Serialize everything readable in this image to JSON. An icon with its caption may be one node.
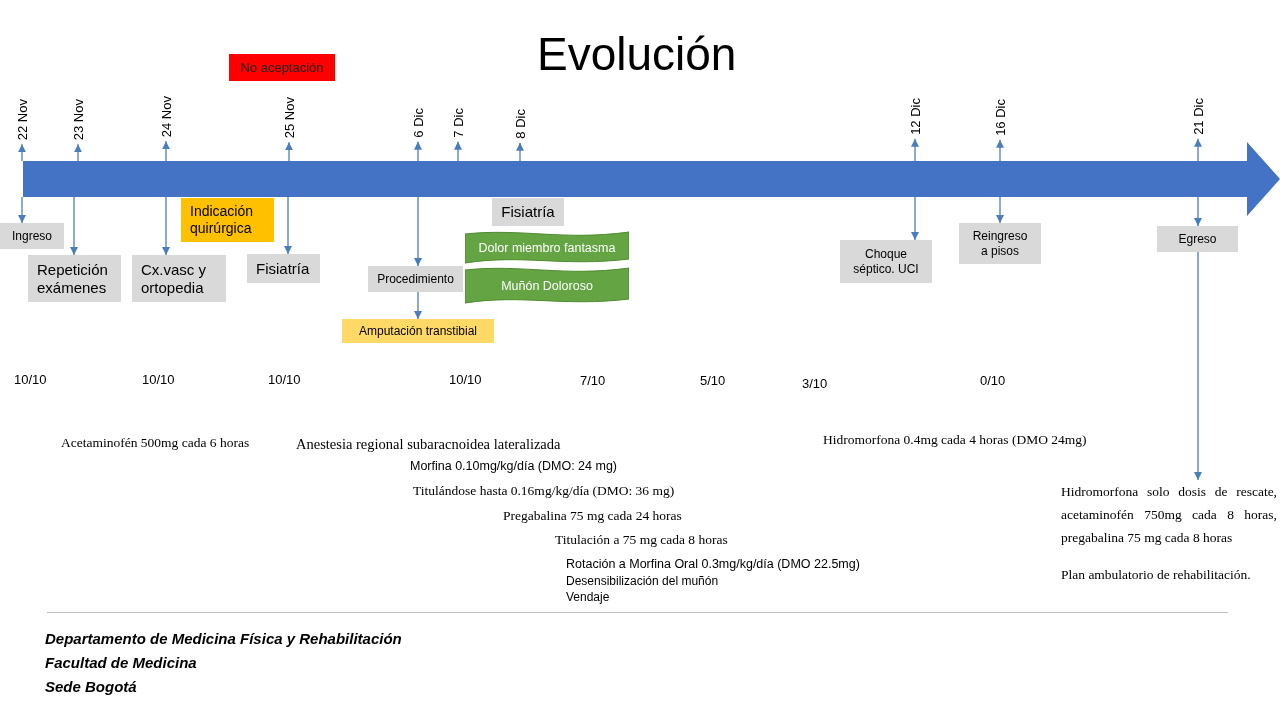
{
  "diagram": {
    "title": "Evolución",
    "nodes": [
      {
        "text": [],
        "shape": "arrow"
      },
      {
        "text": [
          "No aceptación"
        ]
      },
      {
        "text": [
          "22 Nov"
        ]
      },
      {
        "text": [
          "23 Nov"
        ]
      },
      {
        "text": [
          "24 Nov"
        ]
      },
      {
        "text": [
          "25 Nov"
        ]
      },
      {
        "text": [
          "6 Dic"
        ]
      },
      {
        "text": [
          "7 Dic"
        ]
      },
      {
        "text": [
          "8 Dic"
        ]
      },
      {
        "text": [
          "12 Dic"
        ]
      },
      {
        "text": [
          "16 Dic"
        ]
      },
      {
        "text": [
          "21 Dic"
        ]
      },
      {
        "text": [
          "Ingreso"
        ]
      },
      {
        "text": [
          "Repetición exámenes"
        ]
      },
      {
        "text": [
          "Cx.vasc y ortopedia"
        ]
      },
      {
        "text": [
          "Indicación quirúrgica"
        ]
      },
      {
        "text": [
          "Fisiatría"
        ]
      },
      {
        "text": [
          "Procedimiento"
        ]
      },
      {
        "text": [
          "Amputación transtibial"
        ]
      },
      {
        "text": [
          "Fisiatría"
        ]
      },
      {
        "text": [
          "Dolor miembro fantasma"
        ]
      },
      {
        "text": [
          "Muñón Doloroso"
        ]
      },
      {
        "text": [
          "Choque séptico. UCI"
        ]
      },
      {
        "text": [
          "Reingreso a pisos"
        ]
      },
      {
        "text": [
          "Egreso"
        ]
      },
      {
        "text": [
          "Hidromorfona solo dosis de rescate, acetaminofén 750mg cada 8 horas, pregabalina 75 mg cada 8 horas",
          "Plan ambulatorio de rehabilitación."
        ]
      }
    ],
    "edges": [
      {
        "from": 0,
        "to": 2,
        "arrow": "to"
      },
      {
        "from": 0,
        "to": 12,
        "arrow": "to"
      },
      {
        "from": 0,
        "to": 3,
        "arrow": "to"
      },
      {
        "from": 0,
        "to": 13,
        "arrow": "to"
      },
      {
        "from": 0,
        "to": 4,
        "arrow": "to"
      },
      {
        "from": 0,
        "to": 14,
        "arrow": "to"
      },
      {
        "from": 0,
        "to": 5,
        "arrow": "to"
      },
      {
        "from": 0,
        "to": 16,
        "arrow": "to"
      },
      {
        "from": 0,
        "to": 6,
        "arrow": "to"
      },
      {
        "from": 0,
        "to": 17,
        "arrow": "to"
      },
      {
        "from": 17,
        "to": 18,
        "arrow": "to"
      },
      {
        "from": 0,
        "to": 7,
        "arrow": "to"
      },
      {
        "from": 0,
        "to": 8,
        "arrow": "to"
      },
      {
        "from": 0,
        "to": 9,
        "arrow": "to"
      },
      {
        "from": 0,
        "to": 22,
        "arrow": "to"
      },
      {
        "from": 0,
        "to": 10,
        "arrow": "to"
      },
      {
        "from": 0,
        "to": 23,
        "arrow": "to"
      },
      {
        "from": 0,
        "to": 11,
        "arrow": "to"
      },
      {
        "from": 0,
        "to": 24,
        "arrow": "to"
      },
      {
        "from": 24,
        "to": 25,
        "arrow": "to"
      }
    ],
    "labels": [
      "10/10",
      "10/10",
      "10/10",
      "10/10",
      "7/10",
      "5/10",
      "3/10",
      "0/10",
      "Acetaminofén 500mg cada 6 horas",
      "Anestesia regional subaracnoidea lateralizada",
      "Hidromorfona 0.4mg cada 4 horas (DMO 24mg)",
      "Morfina 0.10mg/kg/día (DMO: 24 mg)",
      "Titulándose hasta 0.16mg/kg/día (DMO: 36 mg)",
      "Pregabalina 75 mg cada 24 horas",
      "Titulación a 75 mg cada 8 horas",
      "Rotación a Morfina Oral 0.3mg/kg/día (DMO 22.5mg)",
      "Desensibilización del muñón",
      "Vendaje",
      "Departamento de Medicina Física y Rehabilitación",
      "Facultad de Medicina",
      "Sede Bogotá"
    ]
  }
}
